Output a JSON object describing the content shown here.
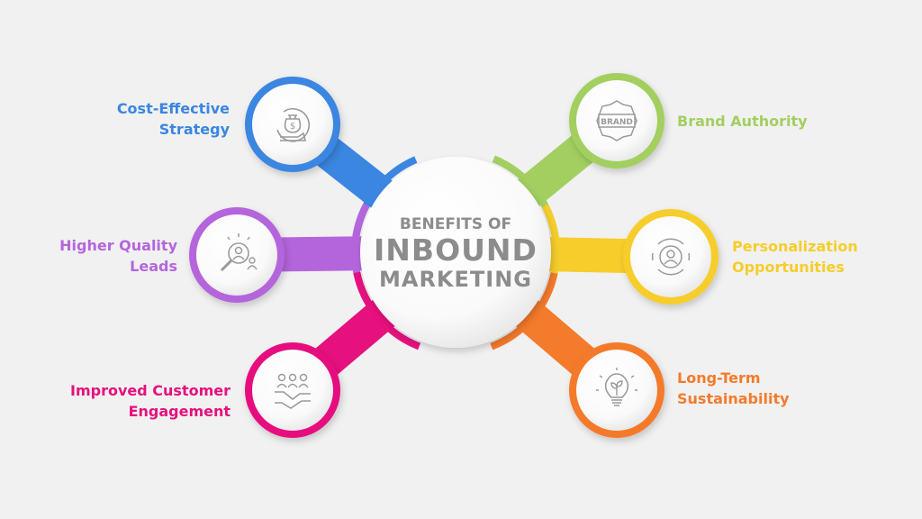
{
  "title": {
    "line1": "BENEFITS OF",
    "line2": "INBOUND",
    "line3": "MARKETING"
  },
  "benefits": [
    {
      "line1": "Cost-Effective",
      "line2": "Strategy",
      "color": "#3a86e0",
      "icon": "money-bag-cycle-icon"
    },
    {
      "line1": "Higher Quality",
      "line2": "Leads",
      "color": "#b465dc",
      "icon": "magnifier-people-icon"
    },
    {
      "line1": "Improved Customer",
      "line2": "Engagement",
      "color": "#e6107e",
      "icon": "handshake-people-icon"
    },
    {
      "line1": "Brand Authority",
      "line2": "",
      "color": "#a2cf60",
      "icon": "brand-badge-icon"
    },
    {
      "line1": "Personalization",
      "line2": "Opportunities",
      "color": "#f6cd2a",
      "icon": "user-cycle-icon"
    },
    {
      "line1": "Long-Term",
      "line2": "Sustainability",
      "color": "#f47a2c",
      "icon": "lightbulb-leaf-icon"
    }
  ],
  "brand_icon_text": "BRAND"
}
